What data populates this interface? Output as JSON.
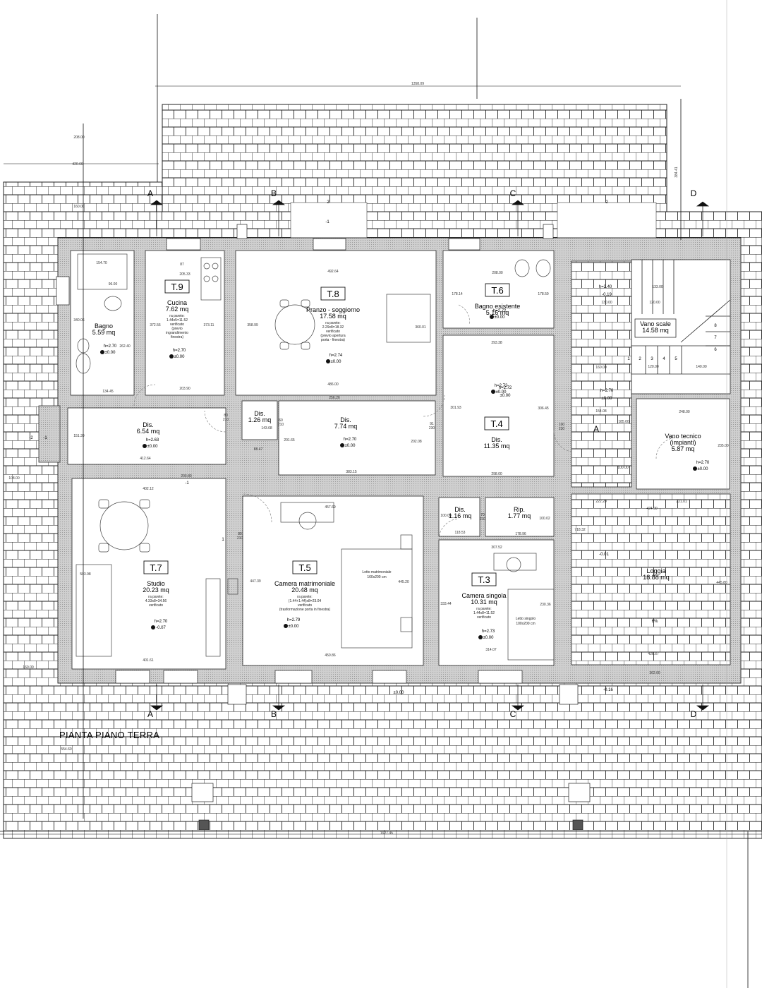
{
  "title": "PIANTA PIANO TERRA",
  "sections": [
    "A",
    "B",
    "C",
    "D"
  ],
  "rooms": [
    {
      "code": "T.9",
      "name": "Cucina",
      "area": "7.62 mq",
      "notes": [
        "ra parete:",
        "1.44x5=11.52",
        "verificato",
        "(previo",
        "ingrandimento",
        "finestra)"
      ],
      "h": "h=2.70",
      "level": "±0.00"
    },
    {
      "code": "T.8",
      "name": "Pranzo - soggiorno",
      "area": "17.58 mq",
      "notes": [
        "ra parete:",
        "2.29x8=18.32",
        "verificato",
        "(previo apertura",
        "porta - finestra)"
      ],
      "h": "h=2.74",
      "level": "±0.00"
    },
    {
      "code": "T.6",
      "name": "Bagno esistente",
      "area": "5.16 mq",
      "notes": [],
      "h": "h=2.72",
      "level": "±0.00"
    },
    {
      "code": "",
      "name": "Bagno",
      "area": "5.59 mq",
      "notes": [],
      "h": "h=2.70",
      "level": "±0.00"
    },
    {
      "code": "",
      "name": "Vano scale",
      "area": "14.58 mq",
      "notes": [],
      "h": "",
      "level": ""
    },
    {
      "code": "",
      "name": "Dis.",
      "area": "6.54 mq",
      "notes": [],
      "h": "h=2.63",
      "level": "±0.00"
    },
    {
      "code": "",
      "name": "Dis.",
      "area": "1.26 mq",
      "notes": [],
      "h": "",
      "level": ""
    },
    {
      "code": "",
      "name": "Dis.",
      "area": "7.74 mq",
      "notes": [],
      "h": "h=2.70",
      "level": "±0.00"
    },
    {
      "code": "T.4",
      "name": "Dis.",
      "area": "11.35 mq",
      "notes": [],
      "h": "h=2.72",
      "level": "±0.00"
    },
    {
      "code": "",
      "name": "Vano tecnico (impianti)",
      "area": "5.87 mq",
      "notes": [],
      "h": "h=2.70",
      "level": "±0.00"
    },
    {
      "code": "T.7",
      "name": "Studio",
      "area": "20.23 mq",
      "notes": [
        "ra parete:",
        "4.33x8=34.56",
        "verificato"
      ],
      "h": "h=2.70",
      "level": "-0.07"
    },
    {
      "code": "T.5",
      "name": "Camera matrimoniale",
      "area": "20.48 mq",
      "notes": [
        "ra parete:",
        "(1.44+1.44)x8=23.04",
        "verificato",
        "(trasformazione porta in finestra)"
      ],
      "h": "h=2.79",
      "level": "±0.00"
    },
    {
      "code": "",
      "name": "Dis.",
      "area": "1.16 mq",
      "notes": [],
      "h": "",
      "level": ""
    },
    {
      "code": "",
      "name": "Rip.",
      "area": "1.77 mq",
      "notes": [],
      "h": "",
      "level": ""
    },
    {
      "code": "T.3",
      "name": "Camera singola",
      "area": "10.31 mq",
      "notes": [
        "ra parete:",
        "1.44x8=11.52",
        "verificato"
      ],
      "h": "h=2.73",
      "level": "±0.00"
    },
    {
      "code": "",
      "name": "Loggia",
      "area": "18.88 mq",
      "notes": [],
      "h": "",
      "level": ""
    }
  ],
  "furniture": {
    "double_bed": [
      "Letto matrimoniale",
      "160x200 cm"
    ],
    "single_bed": [
      "Letto singolo",
      "100x200 cm"
    ]
  },
  "dimensions": {
    "top_total": "1358.09",
    "bottom_total": "1927.45",
    "left_a": "208.00",
    "left_b": "420.66",
    "left_c": "160.00",
    "left_d": "108.00",
    "left_e": "160.00",
    "left_f": "554.60",
    "right_a": "384.41",
    "bagno_w": "154.70",
    "bagno_w2": "96.00",
    "bagno_h": "340.06",
    "bagno_h2": "262.40",
    "bagno_b": "134.45",
    "cucina_w": "205.33",
    "cucina_h": "372.56",
    "cucina_h2": "373.11",
    "cucina_b": "203.90",
    "cucina_door": "87",
    "pranzo_w": "492.64",
    "pranzo_h": "358.99",
    "pranzo_h2": "360.01",
    "pranzo_b": "486.00",
    "t6_w": "208.00",
    "t6_h": "178.14",
    "t6_h2": "178.59",
    "t4_w": "293.38",
    "t4_w2": "301.93",
    "t4_w3": "306.45",
    "t4_b": "298.00",
    "dis_a_h": "151.39",
    "dis_a_b": "412.64",
    "dis_b_w": "256.26",
    "dis_b_h": "143.68",
    "dis_b_h2": "201.65",
    "dis_b_w2": "202.08",
    "dis_b_b": "383.15",
    "dis_small": "88.47",
    "t7_w": "402.12",
    "t7_w2": "203.83",
    "t7_h": "503.98",
    "t7_b": "401.61",
    "t5_w": "457.69",
    "t5_h": "447.39",
    "t5_h2": "445.20",
    "t5_b": "450.86",
    "t3_w": "307.52",
    "t3_h": "333.44",
    "t3_h2": "230.36",
    "t3_b": "314.07",
    "rip_w": "178.96",
    "rip_h": "100.02",
    "dis_c_h": "100.00",
    "dis_c_w": "118.53",
    "vt_w": "248.00",
    "vt_h": "235.00",
    "vt_b": "221.01",
    "loggia_w": "424.90",
    "loggia_h": "718.32",
    "loggia_h2": "445.80",
    "loggia_b": "426.67",
    "loggia_b2": "362.00",
    "stair_w": "120.00",
    "stair_w2": "140.00",
    "stair_a": "130.00",
    "stair_b": "133.00",
    "stair_c": "120.00",
    "misc_a": "154.08",
    "misc_b": "160.00",
    "misc_c": "185.00",
    "misc_d": "222.20",
    "misc_e": "100.00",
    "door_80_210": "80",
    "door_210": "210",
    "door_100": "100",
    "door_230": "230",
    "door_91": "91",
    "door_70": "70",
    "door_60": "60"
  },
  "levels": {
    "stair_h": "h=2.40",
    "stair_lvl": "-0.19",
    "t4_h": "h=2.72",
    "t4_lvl": "±0.00",
    "pre_t4_h": "h=2.70",
    "pre_t4_lvl": "±0.00",
    "outside_1": "±0.00",
    "outside_2": "-0.16",
    "loggia_lvl": "-0.01",
    "loggia_slope": "6%"
  },
  "markers": [
    "1",
    "-1",
    "2",
    "-2"
  ],
  "stair_steps": [
    "1",
    "2",
    "3",
    "4",
    "5",
    "6",
    "7",
    "8"
  ]
}
